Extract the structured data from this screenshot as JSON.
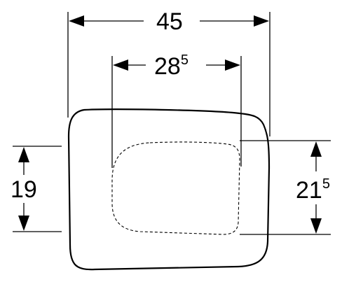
{
  "dimensions": {
    "overall_width": {
      "value": "45"
    },
    "hinge_spacing": {
      "value": "28",
      "superscript": "5"
    },
    "left_height": {
      "value": "19"
    },
    "right_height": {
      "value": "21",
      "superscript": "5"
    }
  },
  "colors": {
    "ink": "#000000",
    "background": "#ffffff"
  }
}
